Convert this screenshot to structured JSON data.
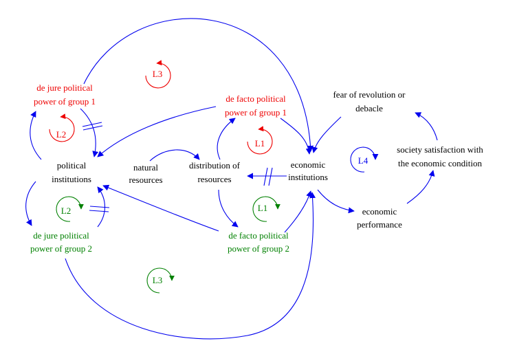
{
  "colors": {
    "edge": "#0000ee",
    "text": "#000000",
    "group1": "#ee0000",
    "group2": "#008000",
    "loop4": "#0000ee"
  },
  "nodes": {
    "dejure1": {
      "line1": "de jure political",
      "line2": "power of group 1"
    },
    "defacto1": {
      "line1": "de facto political",
      "line2": "power of group 1"
    },
    "fear": {
      "line1": "fear of revolution or",
      "line2": "debacle"
    },
    "political": {
      "line1": "political",
      "line2": "institutions"
    },
    "natural": {
      "line1": "natural",
      "line2": "resources"
    },
    "distribution": {
      "line1": "distribution of",
      "line2": "resources"
    },
    "economic_inst": {
      "line1": "economic",
      "line2": "institutions"
    },
    "satisfaction": {
      "line1": "society satisfaction with",
      "line2": "the economic condition"
    },
    "dejure2": {
      "line1": "de jure political",
      "line2": "power of group 2"
    },
    "defacto2": {
      "line1": "de facto political",
      "line2": "power of group 2"
    },
    "performance": {
      "line1": "economic",
      "line2": "performance"
    }
  },
  "loops": {
    "l3_top": "L3",
    "l2_top": "L2",
    "l1_top": "L1",
    "l4": "L4",
    "l2_bottom": "L2",
    "l1_bottom": "L1",
    "l3_bottom": "L3"
  }
}
